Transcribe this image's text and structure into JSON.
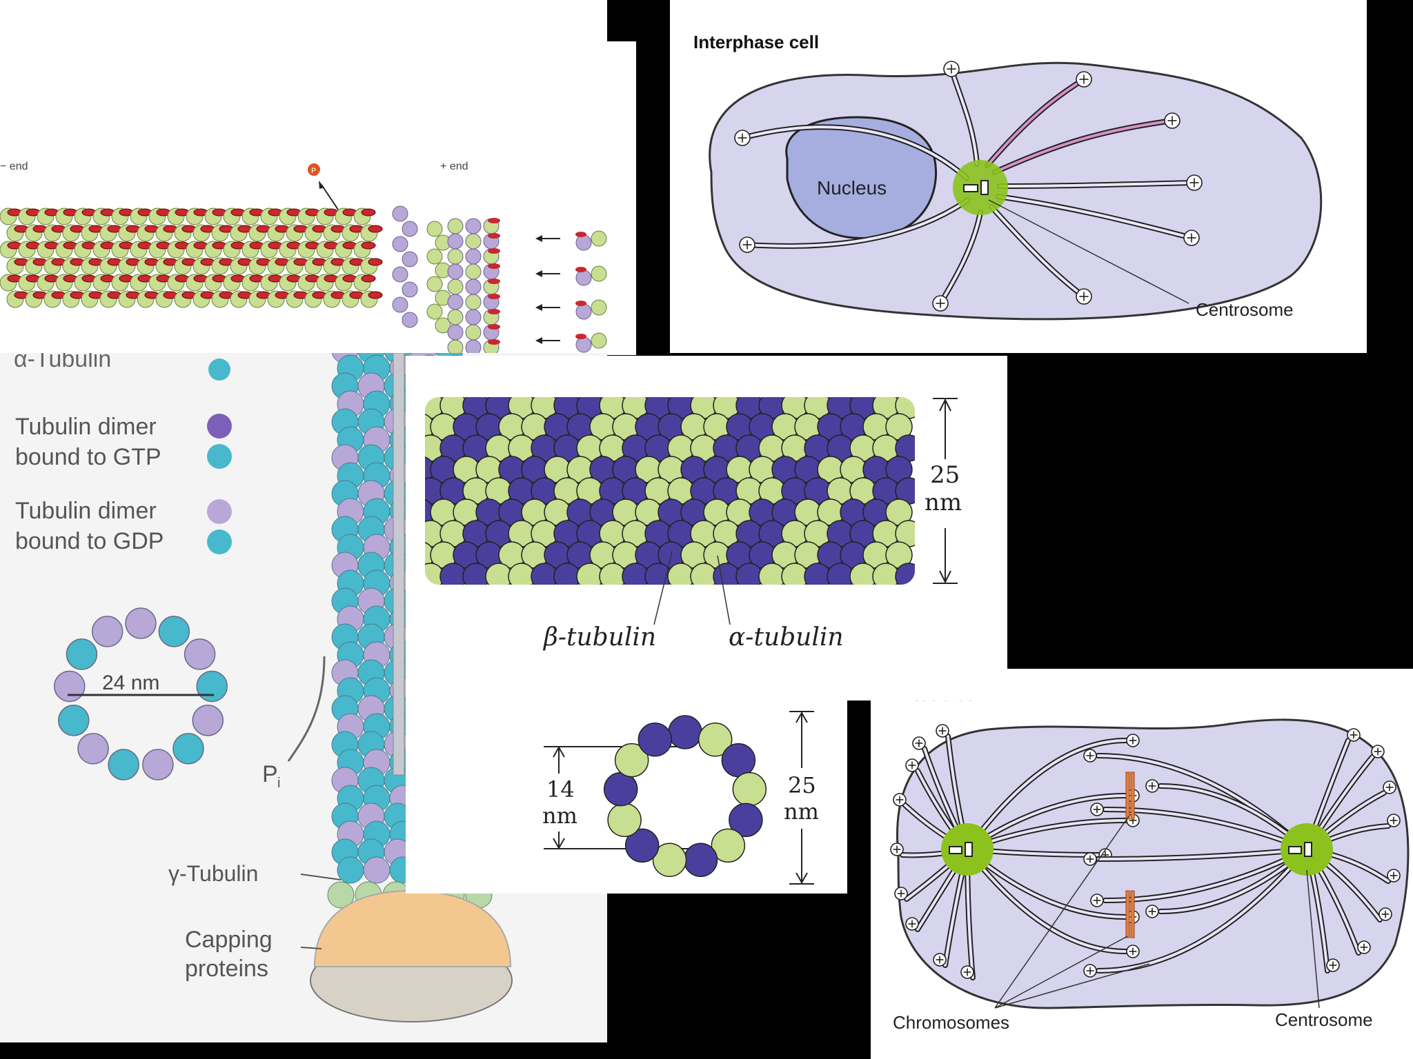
{
  "polymerization": {
    "minus_end": "− end",
    "plus_end": "+ end",
    "pi": "P",
    "pi_sub": "i"
  },
  "interphase": {
    "title": "Interphase cell",
    "nucleus": "Nucleus",
    "centrosome": "Centrosome",
    "plus": "+"
  },
  "legend": {
    "alpha_tubulin_cut": "α-Tubulin",
    "gtp_line1": "Tubulin dimer",
    "gtp_line2": "bound to GTP",
    "gdp_line1": "Tubulin dimer",
    "gdp_line2": "bound to GDP",
    "ring_label": "24 nm",
    "pi": "P",
    "pi_sub": "i",
    "gamma_tubulin": "γ-Tubulin",
    "capping_line1": "Capping",
    "capping_line2": "proteins"
  },
  "tube": {
    "diameter_value": "25",
    "diameter_unit": "nm",
    "beta": "β-tubulin",
    "alpha": "α-tubulin"
  },
  "cross_section": {
    "inner_value": "14",
    "inner_unit": "nm",
    "outer_value": "25",
    "outer_unit": "nm"
  },
  "mitotic": {
    "title": "Mitotic cell",
    "chromosomes": "Chromosomes",
    "centrosome": "Centrosome",
    "plus": "+"
  },
  "colors": {
    "alpha": "#c8de90",
    "beta": "#4b3f9e",
    "cyan": "#48b8cc",
    "lilac": "#b8a8d8",
    "cell": "#d7d4ee",
    "nucleus": "#a6aedf",
    "centrosome": "#8cc21e",
    "gtp_red": "#c8282e",
    "capping": "#f3c890"
  }
}
